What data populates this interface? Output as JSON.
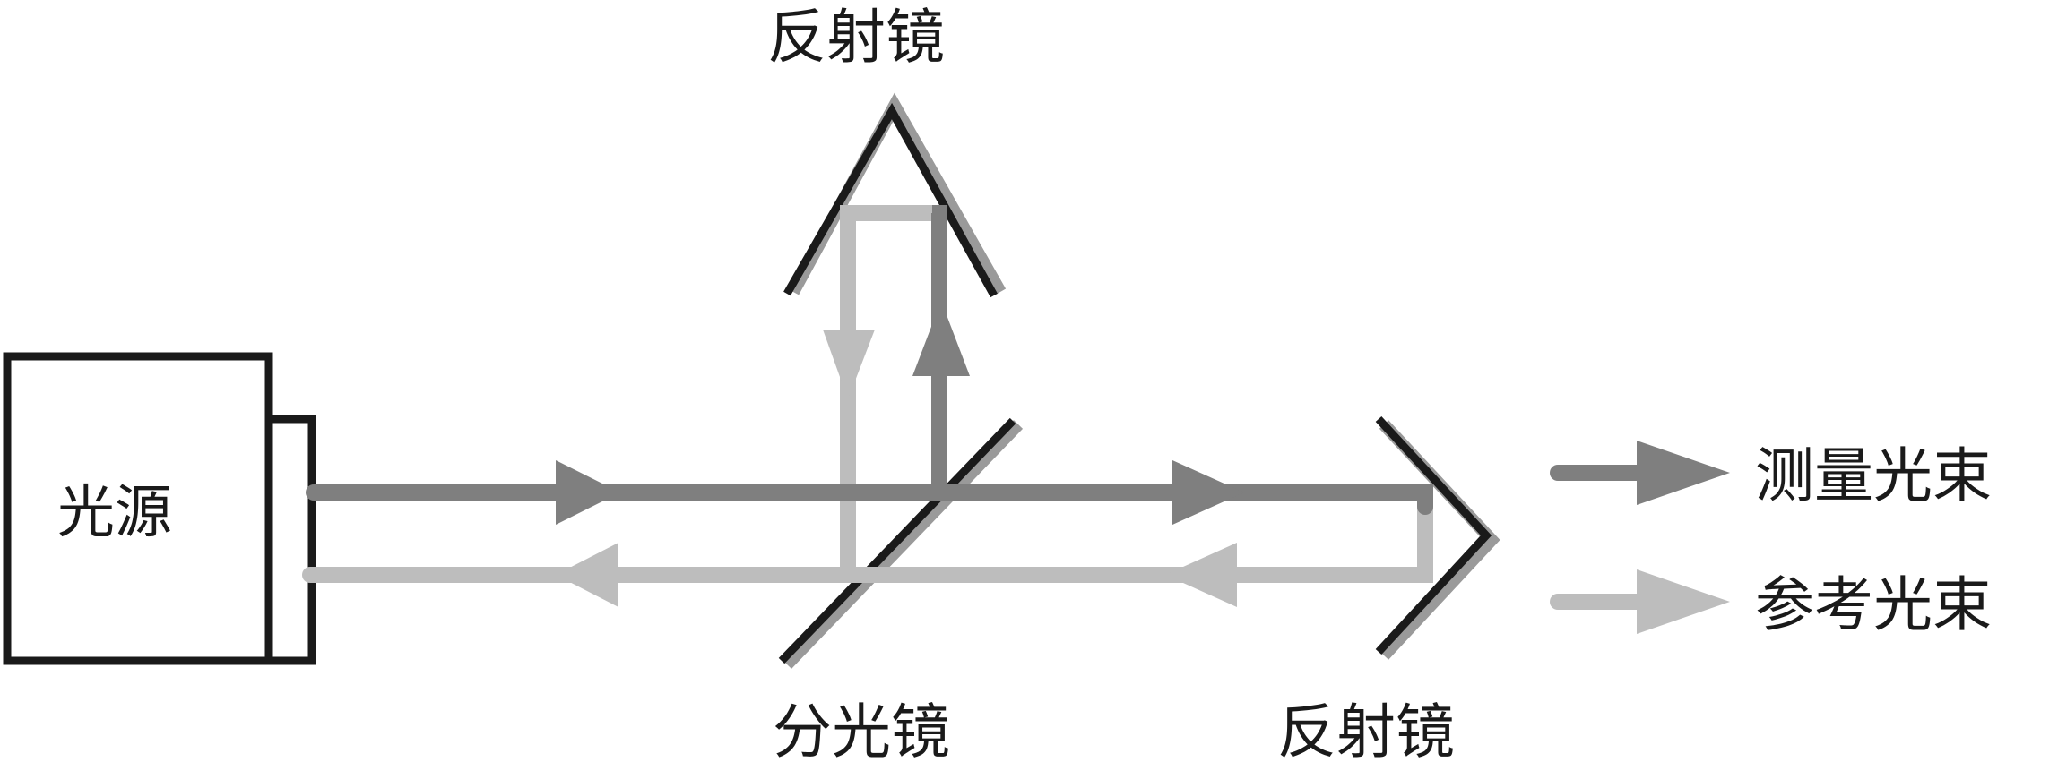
{
  "labels": {
    "light_source": "光源",
    "top_mirror": "反射镜",
    "beam_splitter": "分光镜",
    "right_mirror": "反射镜",
    "measurement_beam": "测量光束",
    "reference_beam": "参考光束"
  },
  "colors": {
    "outline": "#1a1a1a",
    "measurement_beam": "#7f7f7f",
    "reference_beam": "#bdbdbd",
    "mirror_shadow": "#9a9a9a",
    "background": "#ffffff"
  }
}
